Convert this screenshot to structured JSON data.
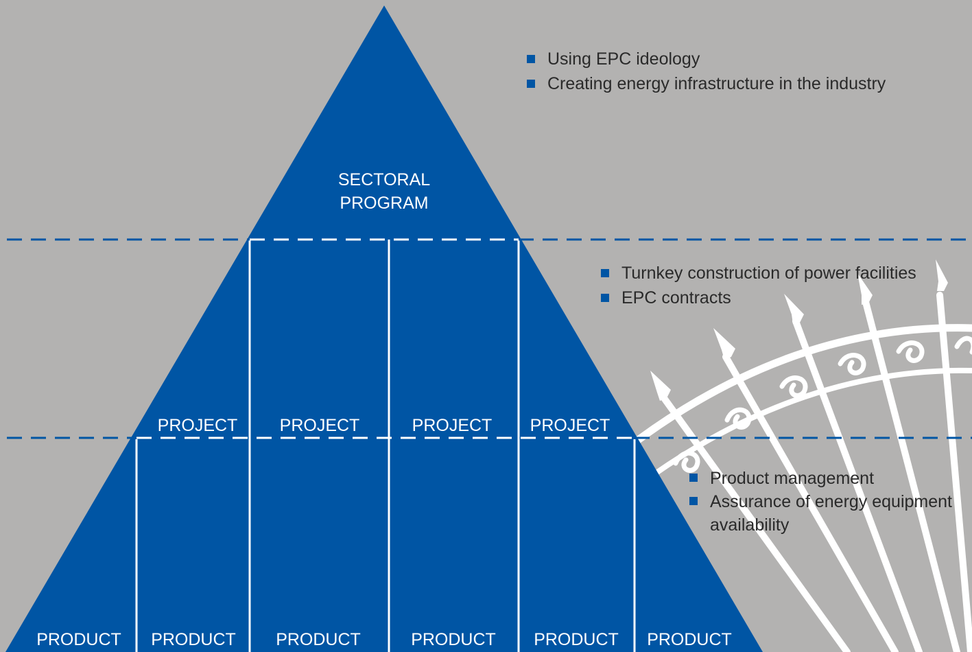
{
  "colors": {
    "background": "#b3b2b1",
    "pyramid": "#0055a4",
    "dashed_line": "#0055a4",
    "divider": "#ffffff",
    "bullet": "#0055a4",
    "text_dark": "#2a2a2a",
    "text_light": "#ffffff"
  },
  "pyramid": {
    "apex_label": [
      "SECTORAL",
      "PROGRAM"
    ],
    "project_labels": [
      "PROJECT",
      "PROJECT",
      "PROJECT",
      "PROJECT"
    ],
    "product_labels": [
      "PRODUCT",
      "PRODUCT",
      "PRODUCT",
      "PRODUCT",
      "PRODUCT",
      "PRODUCT"
    ]
  },
  "bullets": {
    "top": [
      "Using EPC ideology",
      "Creating energy infrastructure in the industry"
    ],
    "middle": [
      "Turnkey construction of power facilities",
      "EPC contracts"
    ],
    "bottom": [
      "Product management",
      "Assurance of energy equipment availability"
    ]
  },
  "decoration": {
    "icon": "iron-gate-icon"
  }
}
